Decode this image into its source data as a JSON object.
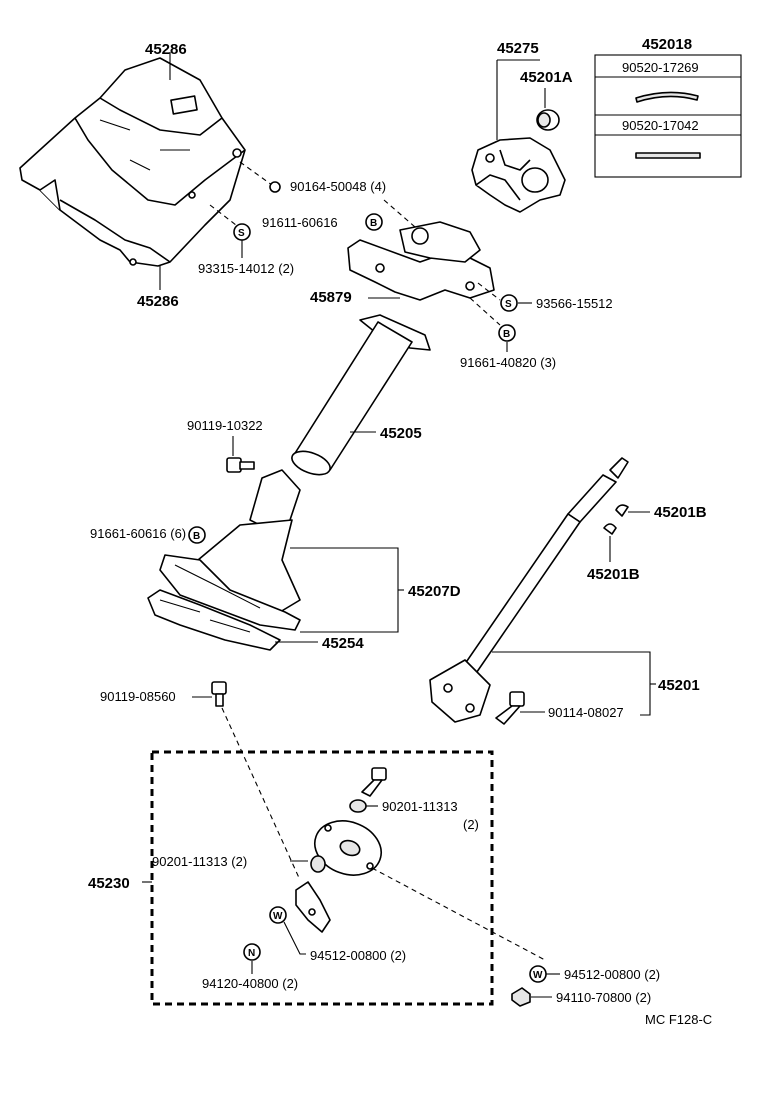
{
  "labels": {
    "cover_upper": "45286",
    "cover_lower": "45286",
    "screw_cover": "90164-50048 (4)",
    "bolt_cover": "91611-60616",
    "bolt_cover_sym": "B",
    "screw_s_cover": "93315-14012 (2)",
    "screw_s_cover_sym": "S",
    "lock_cyl": "45275",
    "lock_cyl_sub": "45201A",
    "spacer_set": "452018",
    "spacer_a": "90520-17269",
    "spacer_b": "90520-17042",
    "bracket": "45879",
    "screw_s_bracket": "93566-15512",
    "screw_s_bracket_sym": "S",
    "bolt_bracket": "91661-40820 (3)",
    "bolt_bracket_sym": "B",
    "column_tube": "45205",
    "bolt_tube": "90119-10322",
    "bolt_boot": "91661-60616 (6)",
    "bolt_boot_sym": "B",
    "boot": "45207D",
    "plate": "45254",
    "shaft_clip_r": "45201B",
    "shaft_clip_l": "45201B",
    "main_shaft": "45201",
    "bolt_shaft": "90114-08027",
    "bolt_joint": "90119-08560",
    "joint_assy": "45230",
    "clip_upper": "90201-11313",
    "clip_upper_qty": "(2)",
    "clip_mid": "90201-11313 (2)",
    "washer_mid": "94512-00800 (2)",
    "washer_mid_sym": "W",
    "nut_mid": "94120-40800 (2)",
    "nut_mid_sym": "N",
    "washer_right": "94512-00800 (2)",
    "washer_right_sym": "W",
    "nut_right": "94110-70800 (2)",
    "figure_code": "MC F128-C"
  }
}
